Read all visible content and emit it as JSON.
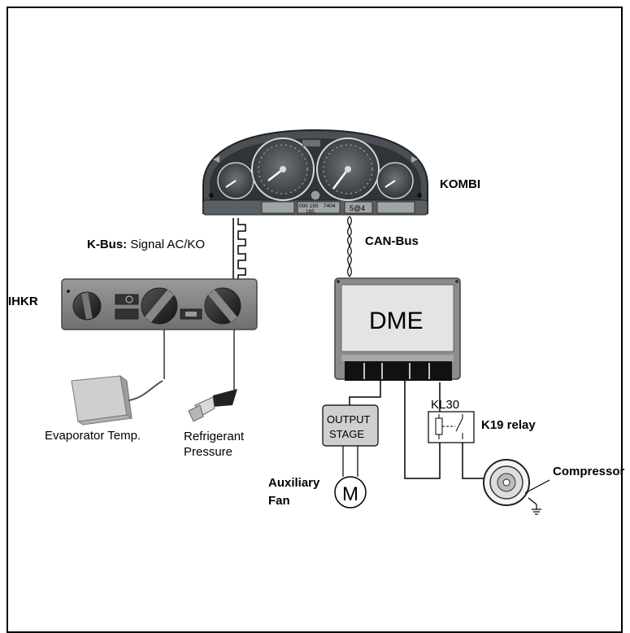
{
  "labels": {
    "kombi": "KOMBI",
    "can_bus": "CAN-Bus",
    "k_bus_bold": "K-Bus:",
    "k_bus_signal": " Signal AC/KO",
    "ihkr": "IHKR",
    "dme": "DME",
    "evaporator": "Evaporator Temp.",
    "refrigerant_line1": "Refrigerant",
    "refrigerant_line2": "Pressure",
    "output_stage_line1": "OUTPUT",
    "output_stage_line2": "STAGE",
    "auxiliary_line1": "Auxiliary",
    "auxiliary_line2": "Fan",
    "motor_symbol": "M",
    "kl30": "KL30",
    "k19_relay": "K19 relay",
    "compressor": "Compressor"
  },
  "cluster_display": {
    "odometer": "000 150",
    "trip": "7404",
    "readout": "185",
    "gear": "5@4"
  },
  "colors": {
    "line": "#000000",
    "panel_gray": "#8a8a8a",
    "dme_fill": "#e4e4e4",
    "cluster_dark": "#3a3f44"
  }
}
